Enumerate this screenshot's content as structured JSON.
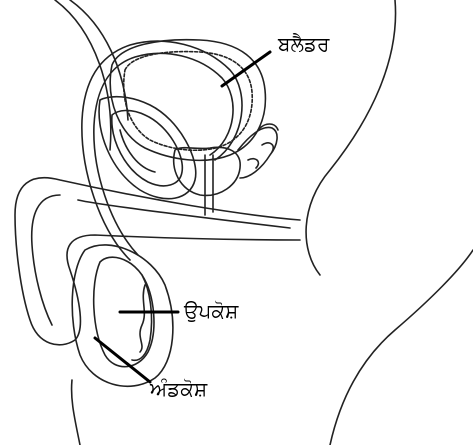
{
  "colors": {
    "line": "#222222",
    "pointer": "#000000",
    "background": "#ffffff"
  },
  "labels": {
    "bladder": "ਬਲੈਡਰ",
    "epididymis": "ਉਪਕੋਸ਼",
    "scrotum": "ਅੰਡਕੋਸ਼"
  }
}
